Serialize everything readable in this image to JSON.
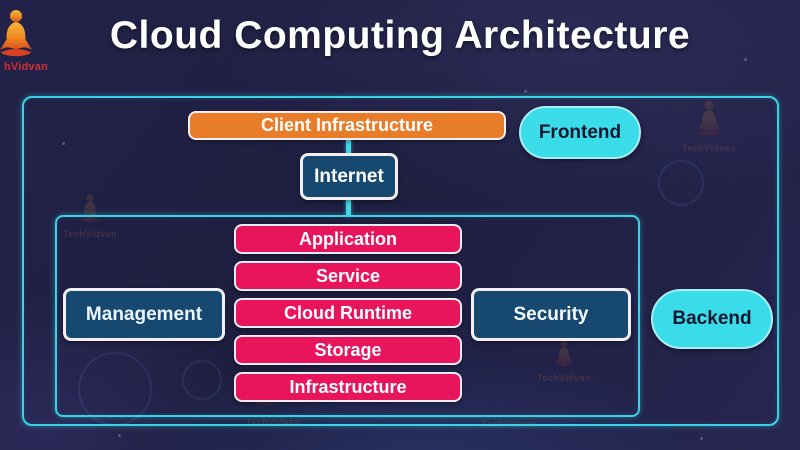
{
  "logo": {
    "brand_text": "hVidvan",
    "watermark_text": "TechVidvan"
  },
  "title": "Cloud Computing Architecture",
  "diagram": {
    "client_infrastructure_label": "Client Infrastructure",
    "internet_label": "Internet",
    "frontend_label": "Frontend",
    "backend_label": "Backend",
    "management_label": "Management",
    "security_label": "Security",
    "layers": [
      "Application",
      "Service",
      "Cloud Runtime",
      "Storage",
      "Infrastructure"
    ]
  },
  "colors": {
    "background": "#22224a",
    "frame_border": "#38d4e5",
    "client_infrastructure_fill": "#e87c28",
    "internet_fill": "#17486f",
    "layer_fill": "#e8145c",
    "management_security_fill": "#17486f",
    "oval_fill": "#3bdce9",
    "oval_text": "#12172e",
    "node_text": "#ffffff",
    "brand_text_color": "#d32f2f"
  }
}
